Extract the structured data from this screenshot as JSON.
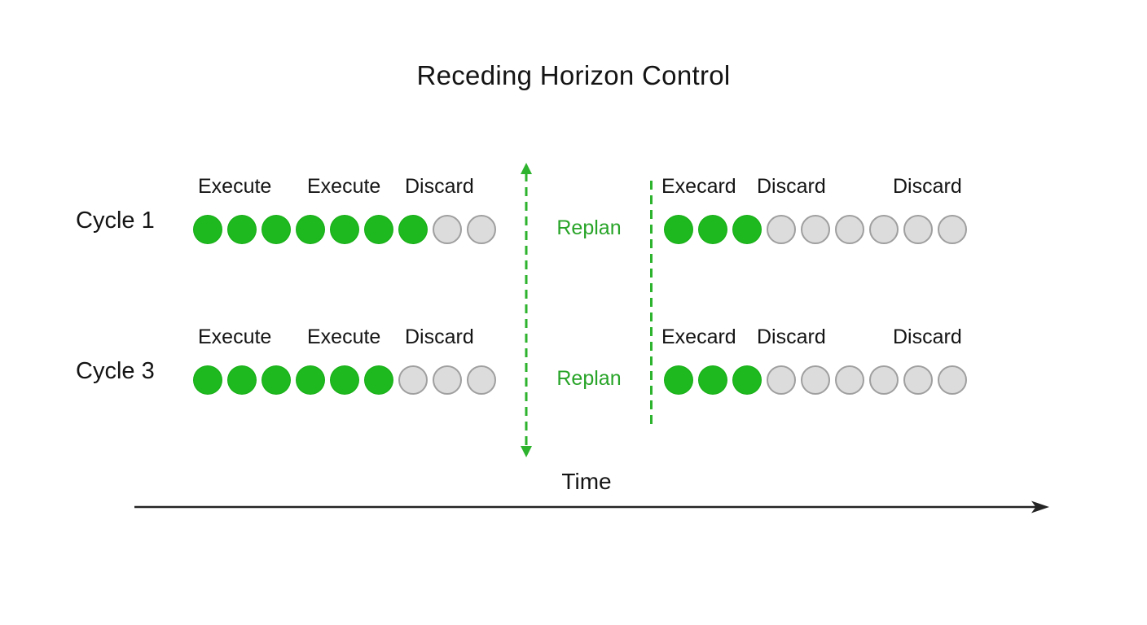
{
  "title": "Receding Horizon Control",
  "colors": {
    "dot_green": "#1eb91e",
    "dot_gray_fill": "#dcdcdc",
    "dot_gray_border": "#9f9f9f",
    "replan_green": "#28a428",
    "dashed_green": "#2db32d",
    "text_dark": "#141414",
    "axis_dark": "#242424"
  },
  "rows": [
    {
      "label": "Cycle 1",
      "left_phase_labels": [
        "Execute",
        "Execute",
        "Discard"
      ],
      "left_dots": [
        "green",
        "green",
        "green",
        "green",
        "green",
        "green",
        "green",
        "gray",
        "gray"
      ],
      "replan_label": "Replan",
      "right_phase_labels": [
        "Execard",
        "Discard",
        "Discard"
      ],
      "right_dots": [
        "green",
        "green",
        "green",
        "gray",
        "gray",
        "gray",
        "gray",
        "gray",
        "gray"
      ]
    },
    {
      "label": "Cycle 3",
      "left_phase_labels": [
        "Execute",
        "Execute",
        "Discard"
      ],
      "left_dots": [
        "green",
        "green",
        "green",
        "green",
        "green",
        "green",
        "gray",
        "gray",
        "gray"
      ],
      "replan_label": "Replan",
      "right_phase_labels": [
        "Execard",
        "Discard",
        "Discard"
      ],
      "right_dots": [
        "green",
        "green",
        "green",
        "gray",
        "gray",
        "gray",
        "gray",
        "gray",
        "gray"
      ]
    }
  ],
  "time_axis": {
    "label": "Time"
  }
}
